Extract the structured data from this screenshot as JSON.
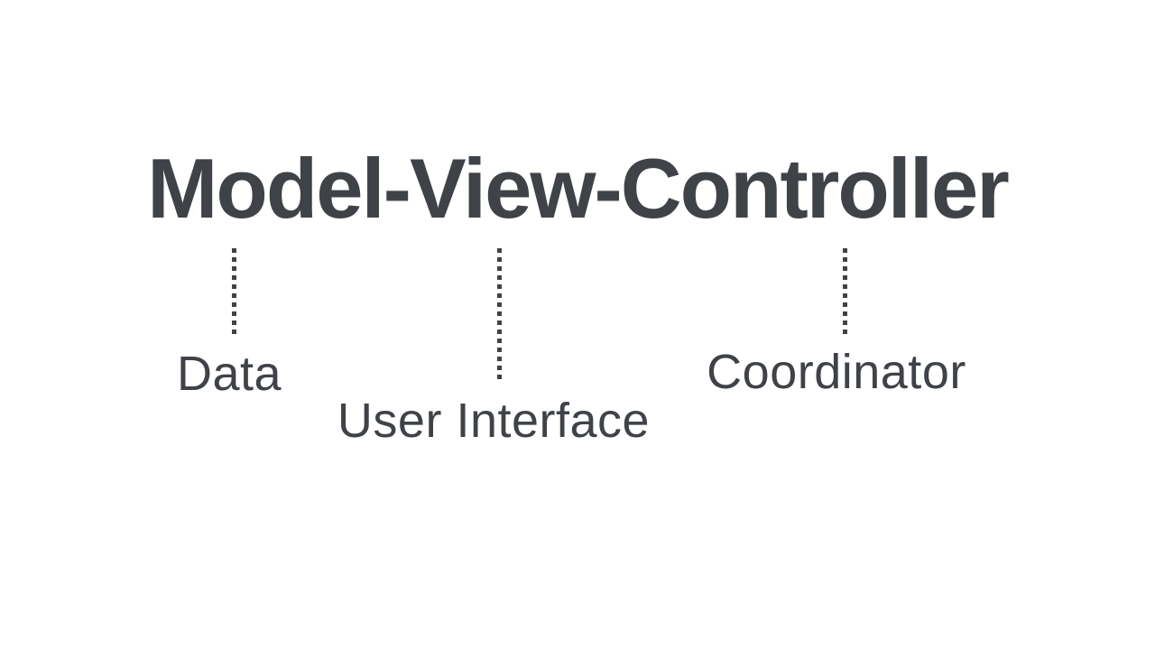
{
  "diagram": {
    "title": "Model-View-Controller",
    "colors": {
      "text": "#3f4347",
      "background": "#ffffff"
    },
    "annotations": [
      {
        "term": "Model",
        "label": "Data"
      },
      {
        "term": "View",
        "label": "User Interface"
      },
      {
        "term": "Controller",
        "label": "Coordinator"
      }
    ]
  }
}
